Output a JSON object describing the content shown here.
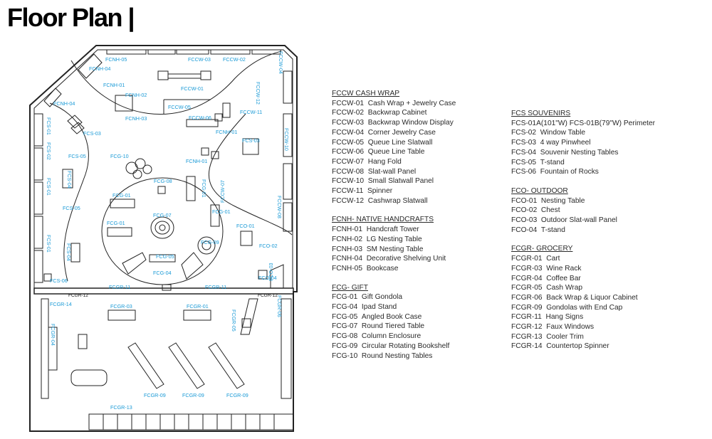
{
  "page_title": "Floor Plan |",
  "map_labels": {
    "fcnh05": "FCNH-05",
    "fcnh04a": "FCNH-04",
    "fcnh04b": "FCNH-04",
    "fcnh01a": "FCNH-01",
    "fcnh02": "FCNH-02",
    "fcnh03": "FCNH-03",
    "fcnh01b": "FCNH-01",
    "fcnh01c": "FCNH-01",
    "fccw03": "FCCW-03",
    "fccw02": "FCCW-02",
    "fccw01": "FCCW-01",
    "fccw05": "FCCW-05",
    "fccw06": "FCCW-06",
    "fccw11": "FCCW-11",
    "fccw12": "FCCW-12",
    "fccw04": "FCCW-04",
    "fccw10": "FCCW-10",
    "fccw07": "FCCW-07",
    "fccw08": "FCCW-08",
    "fcs01a": "FCS-01",
    "fcs02": "FCS-02",
    "fcs01b": "FCS-01",
    "fcs04a": "FCS-04",
    "fcs01c": "FCS-01",
    "fcs05a": "FCS-05",
    "fcs03a": "FCS-03",
    "fcs05b": "FCS-05",
    "fcs04b": "FCS-04",
    "fcs06": "FCS-06",
    "fcs03b": "FCS-03",
    "fcg10": "FCG-10",
    "fcg08": "FCG-08",
    "fcg01a": "FCG-01",
    "fcg07": "FCG-07",
    "fcg01b": "FCG-01",
    "fcg05": "FCG-05",
    "fcg04": "FCG-04",
    "fcg09": "FCG-09",
    "fcg01c": "FCG-01",
    "fcg01d": "FCG-01",
    "fco01": "FCO-01",
    "fco02": "FCO-02",
    "fco04": "FCO-04",
    "fco03": "FCO-03",
    "fcgr11a": "FCGR-11",
    "fcgr11b": "FCGR-11",
    "fcgr12a": "FCGR-12",
    "fcgr12b": "FCGR-12",
    "fcgr14": "FCGR-14",
    "fcgr03": "FCGR-03",
    "fcgr01": "FCGR-01",
    "fcgr05": "FCGR-05",
    "fcgr06": "FCGR-06",
    "fcgr04": "FCGR-04",
    "fcgr09a": "FCGR-09",
    "fcgr09b": "FCGR-09",
    "fcgr09c": "FCGR-09",
    "fcgr13": "FCGR-13"
  },
  "legend": [
    {
      "heading": "FCCW  CASH WRAP",
      "items": [
        {
          "code": "FCCW-01",
          "name": "Cash Wrap + Jewelry Case"
        },
        {
          "code": "FCCW-02",
          "name": "Backwrap Cabinet"
        },
        {
          "code": "FCCW-03",
          "name": "Backwrap Window Display"
        },
        {
          "code": "FCCW-04",
          "name": "Corner Jewelry Case"
        },
        {
          "code": "FCCW-05",
          "name": "Queue Line Slatwall"
        },
        {
          "code": "FCCW-06",
          "name": "Queue Line Table"
        },
        {
          "code": "FCCW-07",
          "name": "Hang Fold"
        },
        {
          "code": "FCCW-08",
          "name": "Slat-wall Panel"
        },
        {
          "code": "FCCW-10",
          "name": "Small Slatwall Panel"
        },
        {
          "code": "FCCW-11",
          "name": "Spinner"
        },
        {
          "code": "FCCW-12",
          "name": "Cashwrap Slatwall"
        }
      ]
    },
    {
      "heading": "FCNH- NATIVE HANDCRAFTS",
      "items": [
        {
          "code": "FCNH-01",
          "name": "Handcraft Tower"
        },
        {
          "code": "FCNH-02",
          "name": "LG Nesting Table"
        },
        {
          "code": "FCNH-03",
          "name": "SM Nesting Table"
        },
        {
          "code": "FCNH-04",
          "name": "Decorative Shelving Unit"
        },
        {
          "code": "FCNH-05",
          "name": "Bookcase"
        }
      ]
    },
    {
      "heading": "FCG- GIFT",
      "items": [
        {
          "code": "FCG-01",
          "name": "Gift Gondola"
        },
        {
          "code": "FCG-04",
          "name": "Ipad Stand"
        },
        {
          "code": "FCG-05",
          "name": "Angled Book Case"
        },
        {
          "code": "FCG-07",
          "name": "Round Tiered Table"
        },
        {
          "code": "FCG-08",
          "name": "Column Enclosure"
        },
        {
          "code": "FCG-09",
          "name": "Circular Rotating Bookshelf"
        },
        {
          "code": "FCG-10",
          "name": "Round Nesting Tables"
        }
      ]
    },
    {
      "heading": "FCS SOUVENIRS",
      "items": [
        {
          "code": "FCS-01A(101\"W)",
          "name": "FCS-01B(79\"W)  Perimeter"
        },
        {
          "code": "FCS-02",
          "name": "Window Table"
        },
        {
          "code": "FCS-03",
          "name": "4 way Pinwheel"
        },
        {
          "code": "FCS-04",
          "name": "Souvenir Nesting Tables"
        },
        {
          "code": "FCS-05",
          "name": "T-stand"
        },
        {
          "code": "FCS-06",
          "name": "Fountain of Rocks"
        }
      ]
    },
    {
      "heading": "FCO- OUTDOOR",
      "items": [
        {
          "code": "FCO-01",
          "name": "Nesting Table"
        },
        {
          "code": "FCO-02",
          "name": "Chest"
        },
        {
          "code": "FCO-03",
          "name": "Outdoor Slat-wall Panel"
        },
        {
          "code": "FCO-04",
          "name": "T-stand"
        }
      ]
    },
    {
      "heading": "FCGR- GROCERY",
      "items": [
        {
          "code": "FCGR-01",
          "name": "Cart"
        },
        {
          "code": "FCGR-03",
          "name": "Wine Rack"
        },
        {
          "code": "FCGR-04",
          "name": "Coffee Bar"
        },
        {
          "code": "FCGR-05",
          "name": "Cash Wrap"
        },
        {
          "code": "FCGR-06",
          "name": "Back Wrap & Liquor Cabinet"
        },
        {
          "code": "FCGR-09",
          "name": "Gondolas with End Cap"
        },
        {
          "code": "FCGR-11",
          "name": "Hang Signs"
        },
        {
          "code": "FCGR-12",
          "name": "Faux Windows"
        },
        {
          "code": "FCGR-13",
          "name": "Cooler Trim"
        },
        {
          "code": "FCGR-14",
          "name": "Countertop Spinner"
        }
      ]
    }
  ],
  "colors": {
    "label": "#1a9ad6",
    "line": "#222222"
  }
}
